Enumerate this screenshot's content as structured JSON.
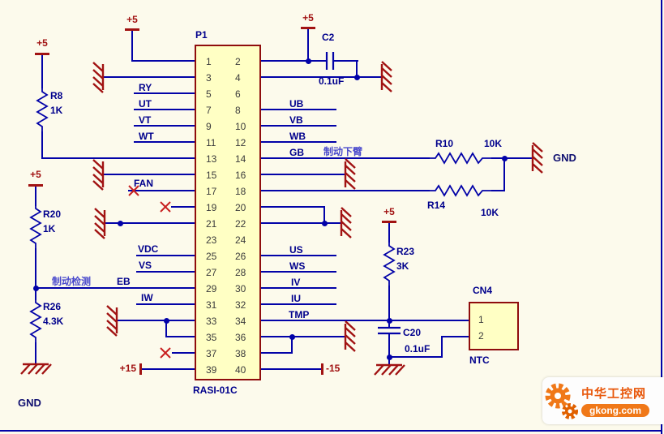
{
  "colors": {
    "background": "#FCFAEC",
    "wire_blue": "#0202A8",
    "symbol_red": "#A11212",
    "component_fill": "#FFFFC4",
    "component_border": "#8F0D0D",
    "net_label_blue": "#00008C",
    "watermark_orange": "#F07818"
  },
  "p1": {
    "designator": "P1",
    "part_number": "RASI-01C",
    "rows": [
      [
        "1",
        "2"
      ],
      [
        "3",
        "4"
      ],
      [
        "5",
        "6"
      ],
      [
        "7",
        "8"
      ],
      [
        "9",
        "10"
      ],
      [
        "11",
        "12"
      ],
      [
        "13",
        "14"
      ],
      [
        "15",
        "16"
      ],
      [
        "17",
        "18"
      ],
      [
        "19",
        "20"
      ],
      [
        "21",
        "22"
      ],
      [
        "23",
        "24"
      ],
      [
        "25",
        "26"
      ],
      [
        "27",
        "28"
      ],
      [
        "29",
        "30"
      ],
      [
        "31",
        "32"
      ],
      [
        "33",
        "34"
      ],
      [
        "35",
        "36"
      ],
      [
        "37",
        "38"
      ],
      [
        "39",
        "40"
      ]
    ]
  },
  "cn4": {
    "designator": "CN4",
    "label": "NTC",
    "pins": [
      "1",
      "2"
    ]
  },
  "net_labels": {
    "left": [
      "RY",
      "UT",
      "VT",
      "WT",
      "FAN",
      "VDC",
      "VS",
      "EB",
      "IW"
    ],
    "right": [
      "UB",
      "VB",
      "WB",
      "GB",
      "US",
      "WS",
      "IV",
      "IU",
      "TMP"
    ]
  },
  "annotations": {
    "brake_lower_arm": "制动下臂",
    "brake_detection": "制动检测"
  },
  "power": {
    "plus5": "+5",
    "plus15": "+15",
    "minus15": "-15",
    "gnd": "GND"
  },
  "components": {
    "r8": {
      "ref": "R8",
      "value": "1K"
    },
    "r10": {
      "ref": "R10",
      "value": "10K"
    },
    "r14": {
      "ref": "R14",
      "value": "10K"
    },
    "r20": {
      "ref": "R20",
      "value": "1K"
    },
    "r23": {
      "ref": "R23",
      "value": "3K"
    },
    "r26": {
      "ref": "R26",
      "value": "4.3K"
    },
    "c2": {
      "ref": "C2",
      "value": "0.1uF"
    },
    "c20": {
      "ref": "C20",
      "value": "0.1uF"
    }
  },
  "watermark": {
    "site_name": "中华工控网",
    "site_url": "gkong.com"
  }
}
